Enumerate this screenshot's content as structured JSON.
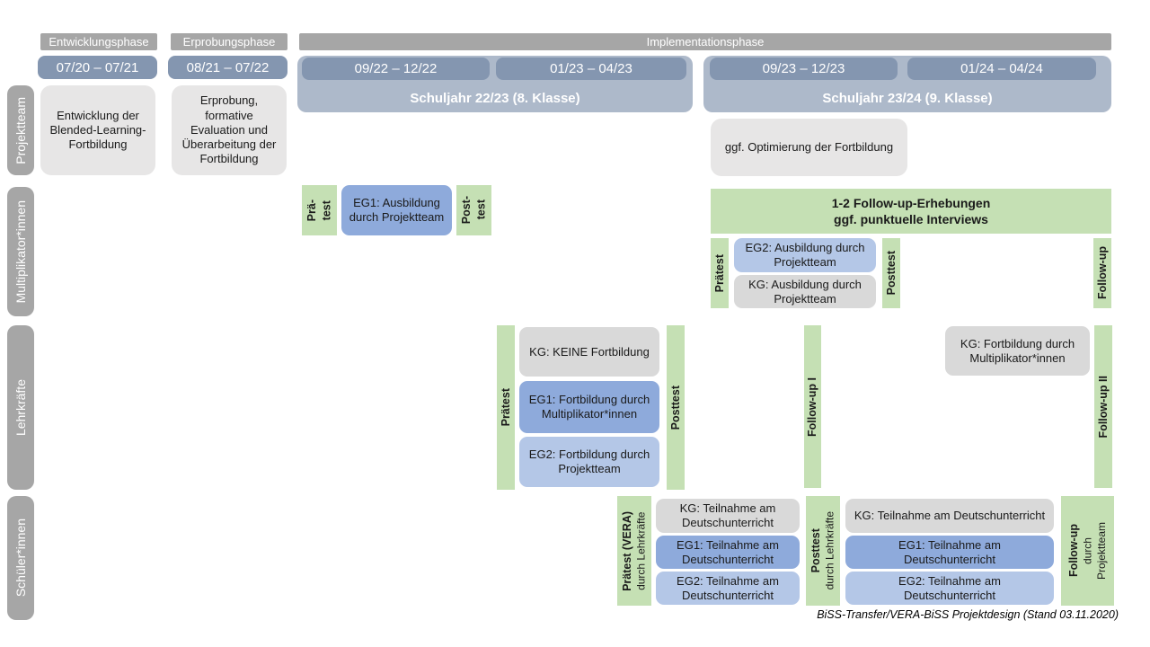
{
  "palette": {
    "phase_gray": "#a6a6a6",
    "slate_blue": "#8496b0",
    "slate_light": "#adb9ca",
    "box_light_gray": "#e7e6e6",
    "kg_gray": "#d9d9d9",
    "eg1_blue": "#8eaadb",
    "eg2_blue": "#b4c7e7",
    "green": "#c5e0b4"
  },
  "phases": {
    "entwicklung": "Entwicklungsphase",
    "erprobung": "Erprobungsphase",
    "implementation": "Implementationsphase"
  },
  "timeline": {
    "p1": "07/20 – 07/21",
    "p2": "08/21 – 07/22",
    "p3": "09/22 – 12/22",
    "p4": "01/23 – 04/23",
    "p5": "09/23 – 12/23",
    "p6": "01/24 – 04/24",
    "sy1": "Schuljahr 22/23 (8. Klasse)",
    "sy2": "Schuljahr 23/24 (9. Klasse)"
  },
  "rows": {
    "projektteam": {
      "label": "Projektteam",
      "box1": "Entwicklung der Blended-Learning-Fortbildung",
      "box2": "Erprobung, formative Evaluation und Überarbeitung der Fortbildung",
      "box3": "ggf. Optimierung der Fortbildung"
    },
    "multiplikatoren": {
      "label": "Multiplikator*innen",
      "praetest1_l1": "Prä-",
      "praetest1_l2": "test",
      "eg1": "EG1: Ausbildung durch Projektteam",
      "posttest1_l1": "Post-",
      "posttest1_l2": "test",
      "followup_box_l1": "1-2 Follow-up-Erhebungen",
      "followup_box_l2": "ggf. punktuelle Interviews",
      "praetest2": "Prätest",
      "eg2": "EG2: Ausbildung durch Projektteam",
      "kg": "KG: Ausbildung durch Projektteam",
      "posttest2": "Posttest",
      "followup": "Follow-up"
    },
    "lehrkraefte": {
      "label": "Lehrkräfte",
      "praetest": "Prätest",
      "kg": "KG: KEINE Fortbildung",
      "eg1": "EG1: Fortbildung durch Multiplikator*innen",
      "eg2": "EG2: Fortbildung durch Projektteam",
      "posttest": "Posttest",
      "followup1": "Follow-up I",
      "kg2": "KG: Fortbildung durch Multiplikator*innen",
      "followup2": "Follow-up II"
    },
    "schueler": {
      "label": "Schüler*innen",
      "praetest_bold": "Prätest (VERA)",
      "praetest_sub": "durch Lehrkräfte",
      "kg1": "KG: Teilnahme am Deutschunterricht",
      "eg1a": "EG1: Teilnahme am Deutschunterricht",
      "eg2a": "EG2: Teilnahme am Deutschunterricht",
      "posttest_bold": "Posttest",
      "posttest_sub": "durch Lehrkräfte",
      "kg2": "KG: Teilnahme am Deutschunterricht",
      "eg1b": "EG1: Teilnahme am Deutschunterricht",
      "eg2b": "EG2: Teilnahme am Deutschunterricht",
      "followup_bold": "Follow-up",
      "followup_sub1": "durch",
      "followup_sub2": "Projektteam"
    }
  },
  "footer": "BiSS-Transfer/VERA-BiSS Projektdesign (Stand 03.11.2020)"
}
